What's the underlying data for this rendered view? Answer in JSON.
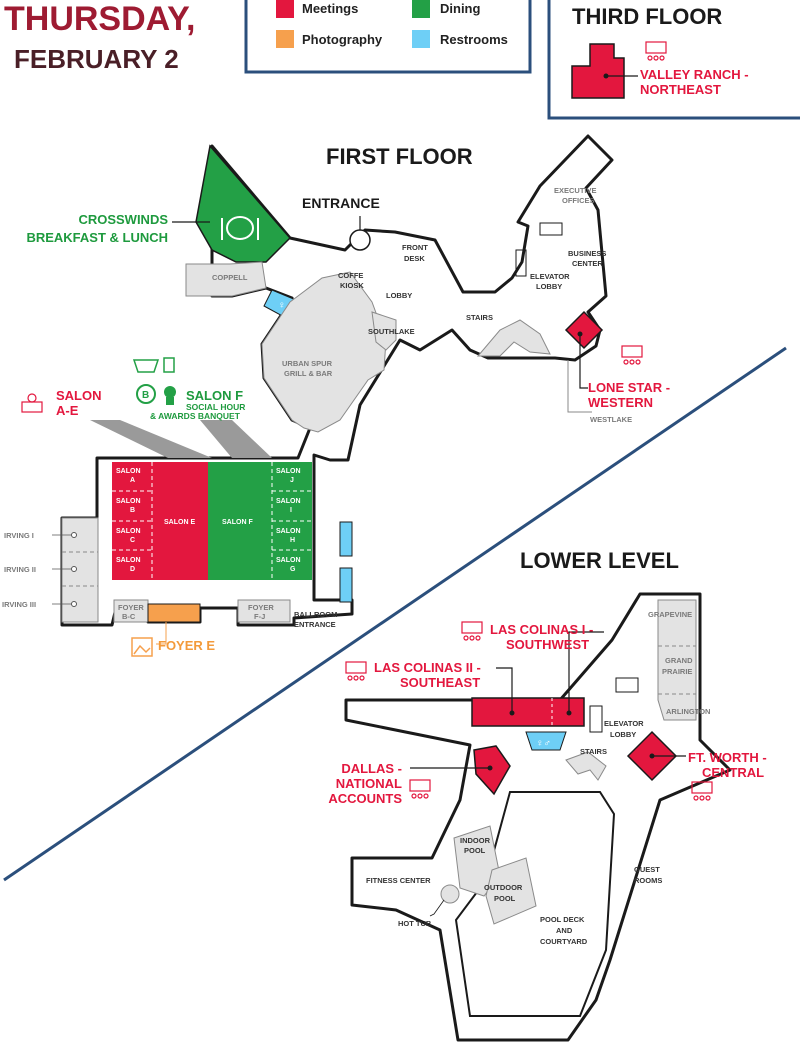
{
  "header": {
    "day": "THURSDAY,",
    "date": "FEBRUARY 2"
  },
  "legend": {
    "meetings": "Meetings",
    "dining": "Dining",
    "photography": "Photography",
    "restrooms": "Restrooms"
  },
  "colors": {
    "meetings": "#e3173e",
    "dining": "#23a046",
    "photography": "#f6a04d",
    "restrooms": "#6ecff6",
    "grey_room": "#e3e3e3",
    "divider": "#2b4f7c",
    "wall": "#1a1a1a"
  },
  "third_floor": {
    "title": "THIRD FLOOR",
    "room_line1": "VALLEY RANCH -",
    "room_line2": "NORTHEAST"
  },
  "first_floor": {
    "title": "FIRST FLOOR",
    "entrance": "ENTRANCE",
    "crosswinds_line1": "CROSSWINDS",
    "crosswinds_line2": "BREAKFAST & LUNCH",
    "coppell": "COPPELL",
    "front_desk_line1": "FRONT",
    "front_desk_line2": "DESK",
    "coffee_line1": "COFFE",
    "coffee_line2": "KIOSK",
    "lobby": "LOBBY",
    "southlake": "SOUTHLAKE",
    "urban_spur_line1": "URBAN SPUR",
    "urban_spur_line2": "GRILL & BAR",
    "stairs": "STAIRS",
    "executive_line1": "EXECUTIVE",
    "executive_line2": "OFFICES",
    "business_line1": "BUSINESS",
    "business_line2": "CENTER",
    "elevator_line1": "ELEVATOR",
    "elevator_line2": "LOBBY",
    "lone_star_line1": "LONE STAR -",
    "lone_star_line2": "WESTERN",
    "westlake": "WESTLAKE",
    "salon_ae_line1": "SALON",
    "salon_ae_line2": "A-E",
    "salon_f_title": "SALON F",
    "salon_f_sub1": "SOCIAL HOUR",
    "salon_f_sub2": "& AWARDS BANQUET",
    "salon_a_line1": "SALON",
    "salon_a_line2": "A",
    "salon_b_line1": "SALON",
    "salon_b_line2": "B",
    "salon_c_line1": "SALON",
    "salon_c_line2": "C",
    "salon_d_line1": "SALON",
    "salon_d_line2": "D",
    "salon_e": "SALON E",
    "salon_f": "SALON F",
    "salon_j_line1": "SALON",
    "salon_j_line2": "J",
    "salon_i_line1": "SALON",
    "salon_i_line2": "I",
    "salon_h_line1": "SALON",
    "salon_h_line2": "H",
    "salon_g_line1": "SALON",
    "salon_g_line2": "G",
    "irving1": "IRVING I",
    "irving2": "IRVING II",
    "irving3": "IRVING III",
    "foyer_bc_line1": "FOYER",
    "foyer_bc_line2": "B-C",
    "foyer_fj_line1": "FOYER",
    "foyer_fj_line2": "F-J",
    "ballroom_line1": "BALLROOM",
    "ballroom_line2": "ENTRANCE",
    "foyer_e": "FOYER E"
  },
  "lower_level": {
    "title": "LOWER LEVEL",
    "las_colinas1_line1": "LAS COLINAS I -",
    "las_colinas1_line2": "SOUTHWEST",
    "las_colinas2_line1": "LAS COLINAS II -",
    "las_colinas2_line2": "SOUTHEAST",
    "grapevine": "GRAPEVINE",
    "grand_prairie_line1": "GRAND",
    "grand_prairie_line2": "PRAIRIE",
    "arlington": "ARLINGTON",
    "elevator_line1": "ELEVATOR",
    "elevator_line2": "LOBBY",
    "stairs": "STAIRS",
    "ft_worth_line1": "FT. WORTH -",
    "ft_worth_line2": "CENTRAL",
    "dallas_line1": "DALLAS -",
    "dallas_line2": "NATIONAL",
    "dallas_line3": "ACCOUNTS",
    "indoor_pool_line1": "INDOOR",
    "indoor_pool_line2": "POOL",
    "outdoor_pool_line1": "OUTDOOR",
    "outdoor_pool_line2": "POOL",
    "fitness": "FITNESS CENTER",
    "hot_tub": "HOT TUB",
    "pool_deck_line1": "POOL DECK",
    "pool_deck_line2": "AND",
    "pool_deck_line3": "COURTYARD",
    "guest_rooms_line1": "GUEST",
    "guest_rooms_line2": "ROOMS"
  }
}
